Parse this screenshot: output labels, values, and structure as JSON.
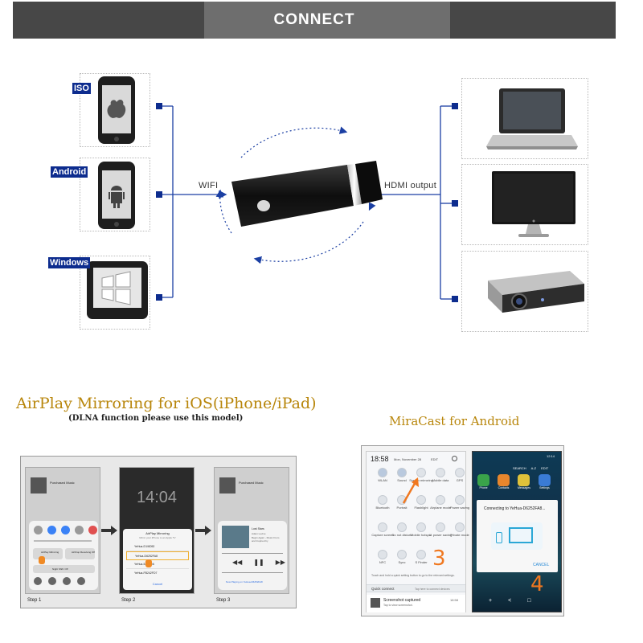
{
  "header": {
    "title": "CONNECT"
  },
  "diagram": {
    "sources": [
      {
        "label": "ISO",
        "icon": "apple-icon"
      },
      {
        "label": "Android",
        "icon": "android-icon"
      },
      {
        "label": "Windows",
        "icon": "windows-icon"
      }
    ],
    "wifi_label": "WIFI",
    "hdmi_label": "HDMI output",
    "outputs": [
      {
        "icon": "laptop-icon"
      },
      {
        "icon": "monitor-icon"
      },
      {
        "icon": "projector-icon"
      }
    ],
    "colors": {
      "accent": "#0d2c8e",
      "line": "#1b3fa3"
    }
  },
  "airplay": {
    "title": "AirPlay Mirroring for iOS(iPhone/iPad)",
    "subtitle": "(DLNA function please use this model)",
    "steps": [
      "Step 1",
      "Step 2",
      "Step 3"
    ],
    "phone1": {
      "header": "Purchased Music",
      "mirroring": "AirPlay Mirroring",
      "airdrop": "AirDrop Receiving Off",
      "night": "Night Shift: Off"
    },
    "phone2": {
      "time": "14:04",
      "sheet_title": "AirPlay Mirroring",
      "sheet_sub": "Mirror your iPhone to an Apple TV",
      "devices": [
        "YeHua-D1/6D52",
        "YeHua-D6252FA8",
        "YeHua-52CAD6",
        "YeHua-FB242FD7"
      ],
      "cancel": "Cancel"
    },
    "phone3": {
      "header": "Purchased Music",
      "track": "Lost Stars",
      "artist": "Adam Levine",
      "album": "Begin Again - Music From and Inspired by",
      "footer": "Now Playing on YeHua-D6252FA8"
    }
  },
  "miracast": {
    "title": "MiraCast for Android",
    "status": {
      "time": "18:58",
      "date": "Mon, November 28",
      "edit": "EDIT"
    },
    "tiles": [
      [
        "WLAN",
        "Sound",
        "Screen mirroring",
        "Mobile data",
        "GPS"
      ],
      [
        "Bluetooth",
        "Portrait",
        "Flashlight",
        "Airplane mode",
        "Power saving"
      ],
      [
        "Capture screen",
        "Do not disturb",
        "Mobile hotspot",
        "U. power saving",
        "Private mode"
      ],
      [
        "NFC",
        "Sync",
        "S Finder",
        "",
        ""
      ]
    ],
    "hint": "Touch and hold a quick setting button to go to the relevant settings.",
    "quick_connect": "Quick connect",
    "quick_connect_hint": "Tap here to connect devices",
    "notif_title": "Screenshot captured",
    "notif_sub": "Tap to view screenshot.",
    "notif_time": "18:58",
    "num_left": "3",
    "num_right": "4",
    "phone_status": "12:14",
    "apps": [
      "Phone",
      "Contacts",
      "Messages",
      "Settings"
    ],
    "search_row": [
      "SEARCH",
      "A-Z",
      "EDIT"
    ],
    "dialog_title": "Connecting to YeHua-D6252FA8...",
    "dialog_cancel": "CANCEL",
    "arrow_color": "#f07820"
  }
}
